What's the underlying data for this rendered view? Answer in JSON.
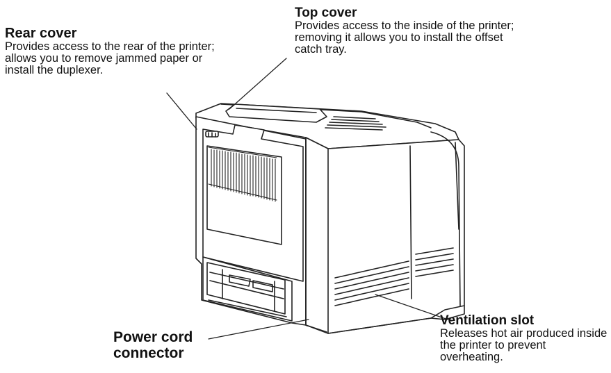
{
  "callouts": {
    "rear_cover": {
      "title": "Rear cover",
      "description": "Provides access to the rear of the printer; allows you to remove jammed paper or install the duplexer."
    },
    "top_cover": {
      "title": "Top cover",
      "description": "Provides access to the inside of the printer; removing it allows you to install the offset catch tray."
    },
    "ventilation_slot": {
      "title": "Ventilation slot",
      "description": "Releases hot air produced inside the printer to prevent overheating."
    },
    "power_cord_connector": {
      "title": "Power cord connector"
    }
  }
}
